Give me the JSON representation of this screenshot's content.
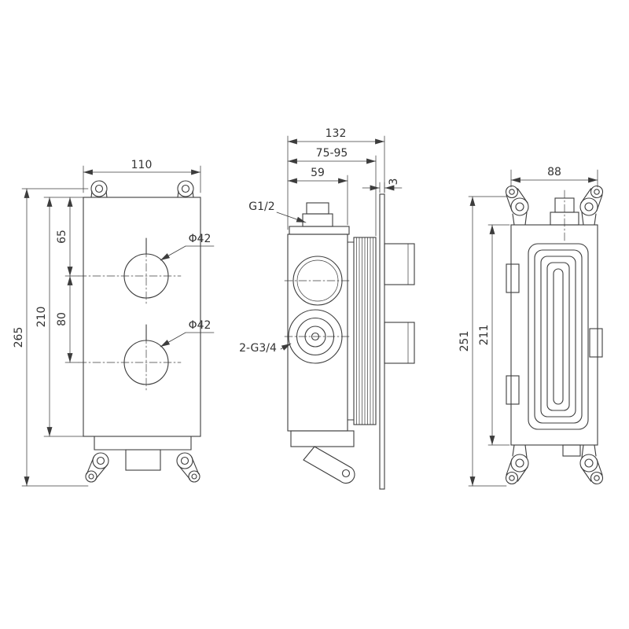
{
  "meta": {
    "background": "#ffffff",
    "line_color": "#3c3c3c",
    "text_color": "#333333"
  },
  "views": {
    "front": {
      "name": "front-view",
      "dims": {
        "width": "110",
        "overall_height": "265",
        "body_height": "210",
        "knob_top_offset": "65",
        "knob_spacing": "80",
        "knob_diameter_upper": "Φ42",
        "knob_diameter_lower": "Φ42"
      }
    },
    "side": {
      "name": "side-view",
      "dims": {
        "overall_depth": "132",
        "rough_in_range": "75-95",
        "body_depth": "59",
        "plate_thickness": "3"
      },
      "labels": {
        "inlet_thread": "G1/2",
        "outlet_thread": "2-G3/4"
      }
    },
    "back": {
      "name": "back-view",
      "dims": {
        "width": "88",
        "overall_height": "251",
        "body_height": "211"
      }
    }
  }
}
